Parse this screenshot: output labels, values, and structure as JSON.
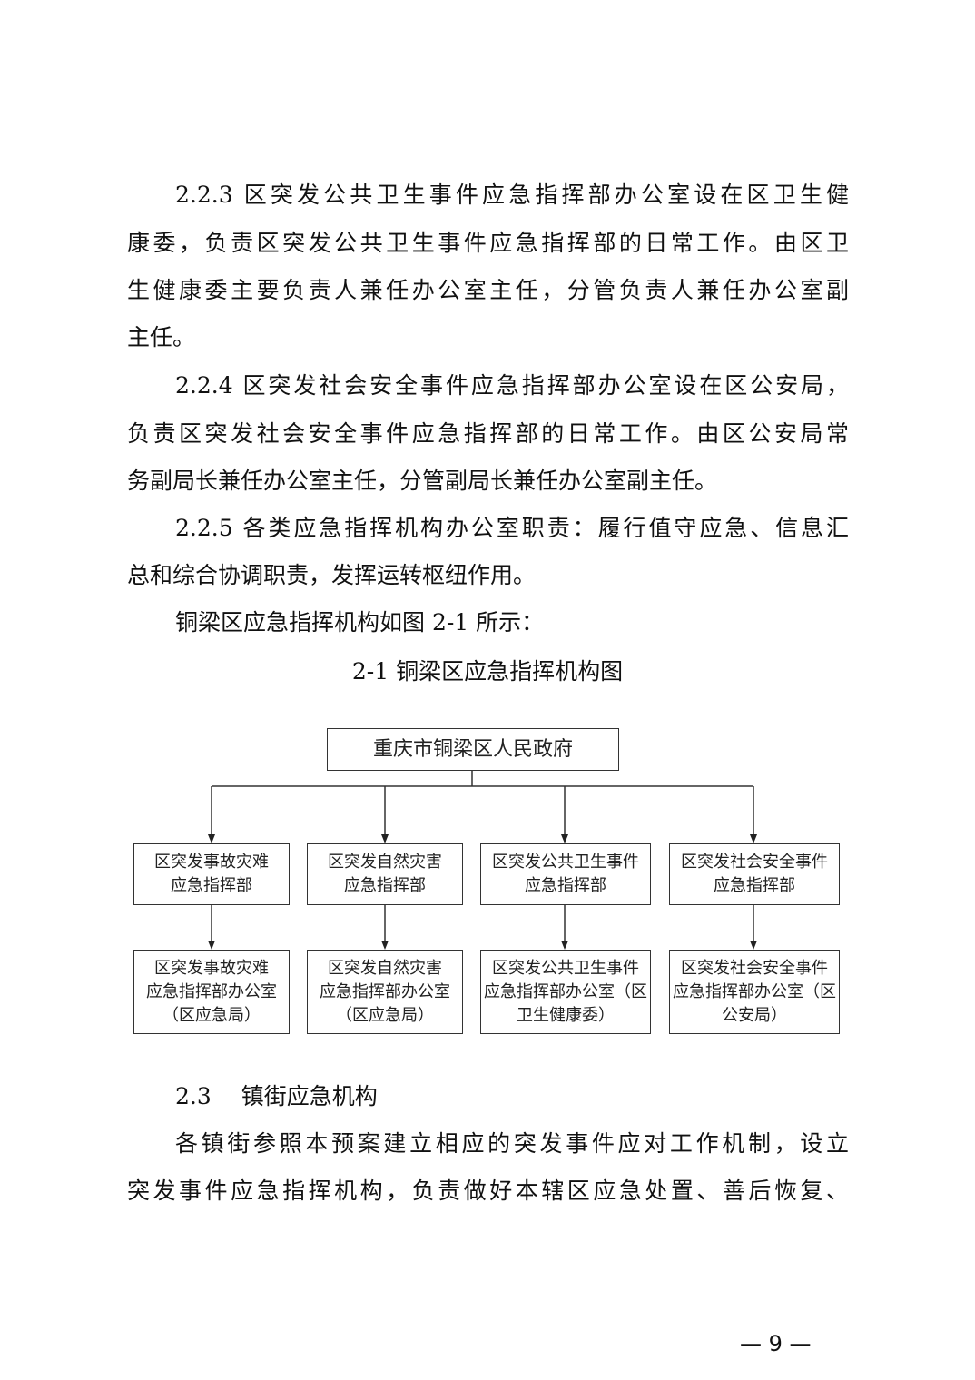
{
  "paragraphs": [
    {
      "lines": [
        "2.2.3 区突发公共卫生事件应急指挥部办公室设在区卫生健",
        "康委，负责区突发公共卫生事件应急指挥部的日常工作。由区卫",
        "生健康委主要负责人兼任办公室主任，分管负责人兼任办公室副",
        "主任。"
      ]
    },
    {
      "lines": [
        "2.2.4 区突发社会安全事件应急指挥部办公室设在区公安局，",
        "负责区突发社会安全事件应急指挥部的日常工作。由区公安局常",
        "务副局长兼任办公室主任，分管副局长兼任办公室副主任。"
      ]
    },
    {
      "lines": [
        "2.2.5 各类应急指挥机构办公室职责：履行值守应急、信息汇",
        "总和综合协调职责，发挥运转枢纽作用。"
      ]
    },
    {
      "lines": [
        "铜梁区应急指挥机构如图 2-1 所示："
      ]
    }
  ],
  "figure": {
    "caption": "2-1 铜梁区应急指挥机构图",
    "root": "重庆市铜梁区人民政府",
    "commands": [
      {
        "l1": "区突发事故灾难",
        "l2": "应急指挥部"
      },
      {
        "l1": "区突发自然灾害",
        "l2": "应急指挥部"
      },
      {
        "l1": "区突发公共卫生事件",
        "l2": "应急指挥部"
      },
      {
        "l1": "区突发社会安全事件",
        "l2": "应急指挥部"
      }
    ],
    "offices": [
      {
        "l1": "区突发事故灾难",
        "l2": "应急指挥部办公室",
        "l3": "（区应急局）"
      },
      {
        "l1": "区突发自然灾害",
        "l2": "应急指挥部办公室",
        "l3": "（区应急局）"
      },
      {
        "l1": "区突发公共卫生事件",
        "l2": "应急指挥部办公室（区",
        "l3": "卫生健康委）"
      },
      {
        "l1": "区突发社会安全事件",
        "l2": "应急指挥部办公室（区",
        "l3": "公安局）"
      }
    ]
  },
  "section": {
    "heading": "2.3　 镇街应急机构",
    "lines": [
      "各镇街参照本预案建立相应的突发事件应对工作机制，设立",
      "突发事件应急指挥机构，负责做好本辖区应急处置、善后恢复、"
    ]
  },
  "page_number": "— 9 —"
}
